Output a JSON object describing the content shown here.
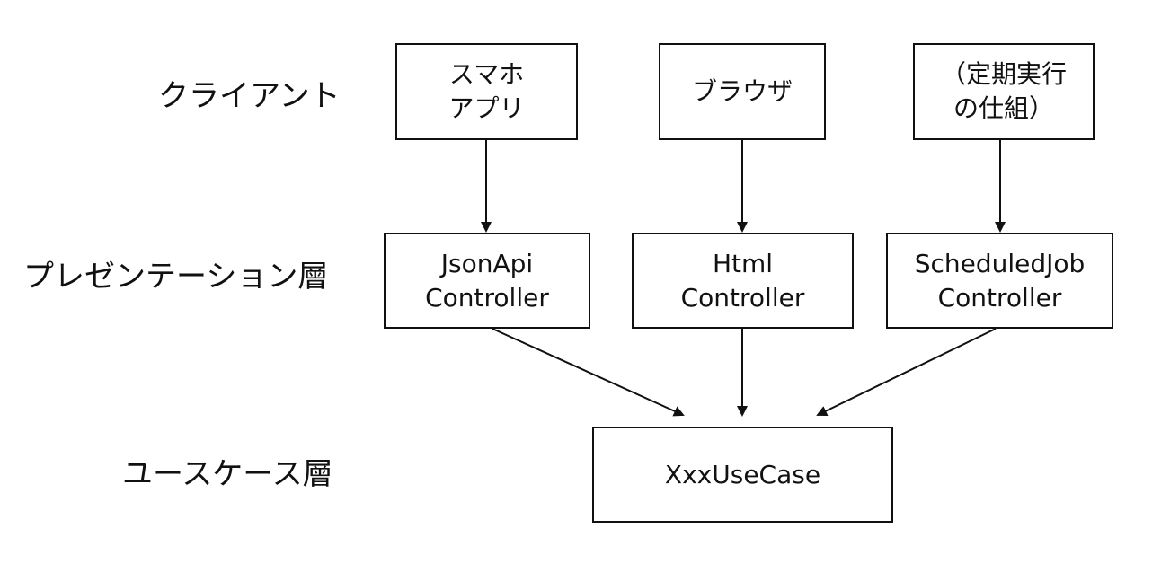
{
  "layers": {
    "client": "クライアント",
    "presentation": "プレゼンテーション層",
    "usecase": "ユースケース層"
  },
  "clients": {
    "mobile": [
      "スマホ",
      "アプリ"
    ],
    "browser": [
      "ブラウザ"
    ],
    "scheduler": [
      "（定期実行",
      "の仕組）"
    ]
  },
  "controllers": {
    "json": [
      "JsonApi",
      "Controller"
    ],
    "html": [
      "Html",
      "Controller"
    ],
    "scheduled": [
      "ScheduledJob",
      "Controller"
    ]
  },
  "usecase": {
    "name": "XxxUseCase"
  }
}
